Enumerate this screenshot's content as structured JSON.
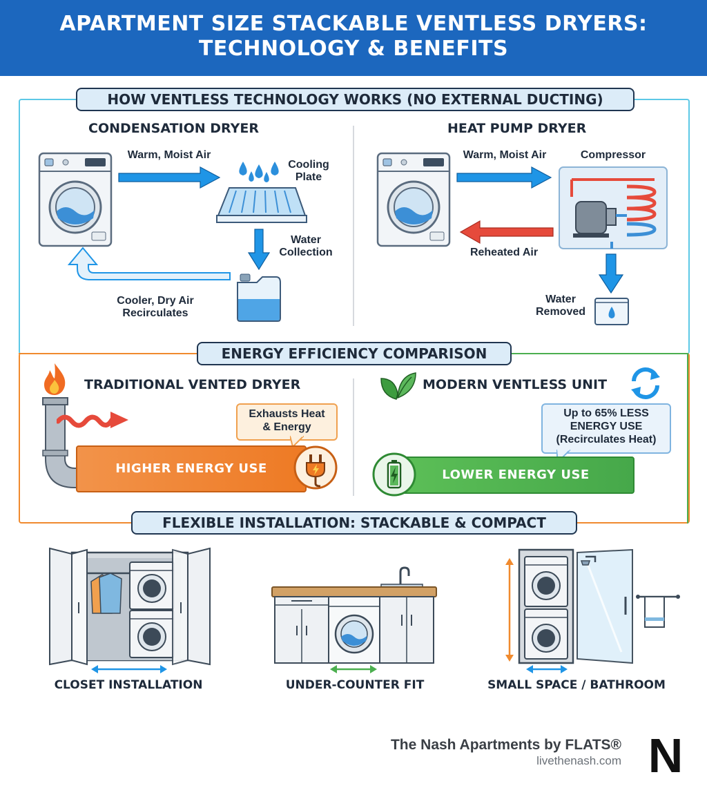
{
  "header": {
    "title_line1": "APARTMENT SIZE STACKABLE VENTLESS DRYERS:",
    "title_line2": "TECHNOLOGY & BENEFITS"
  },
  "how_section": {
    "title": "HOW VENTLESS TECHNOLOGY WORKS (NO EXTERNAL DUCTING)",
    "condensation": {
      "title": "CONDENSATION DRYER",
      "warm_air": "Warm, Moist Air",
      "cooling_line1": "Cooling",
      "cooling_line2": "Plate",
      "water_line1": "Water",
      "water_line2": "Collection",
      "cooler_line1": "Cooler, Dry Air",
      "cooler_line2": "Recirculates"
    },
    "heat_pump": {
      "title": "HEAT PUMP DRYER",
      "warm_air": "Warm, Moist Air",
      "compressor": "Compressor",
      "reheated": "Reheated Air",
      "water_line1": "Water",
      "water_line2": "Removed"
    }
  },
  "energy_section": {
    "title": "ENERGY EFFICIENCY COMPARISON",
    "traditional": {
      "title": "TRADITIONAL VENTED DRYER",
      "bubble_line1": "Exhausts Heat",
      "bubble_line2": "& Energy",
      "bar": "HIGHER ENERGY USE"
    },
    "modern": {
      "title": "MODERN VENTLESS UNIT",
      "bubble_line1": "Up to 65% LESS",
      "bubble_line2": "ENERGY USE",
      "bubble_line3": "(Recirculates Heat)",
      "bar": "LOWER ENERGY USE"
    }
  },
  "install_section": {
    "title": "FLEXIBLE INSTALLATION: STACKABLE & COMPACT",
    "closet": "CLOSET INSTALLATION",
    "under_counter": "UNDER-COUNTER FIT",
    "small_space": "SMALL SPACE / BATHROOM"
  },
  "footer": {
    "brand": "The Nash Apartments by FLATS®",
    "url": "livethenash.com",
    "logo": "N"
  },
  "colors": {
    "header_blue": "#1c67be",
    "arrow_blue": "#1f95e6",
    "arrow_red": "#e64a3b",
    "orange": "#f08a2e",
    "green": "#4caf4f",
    "frame_cyan": "#5cc8e6"
  }
}
